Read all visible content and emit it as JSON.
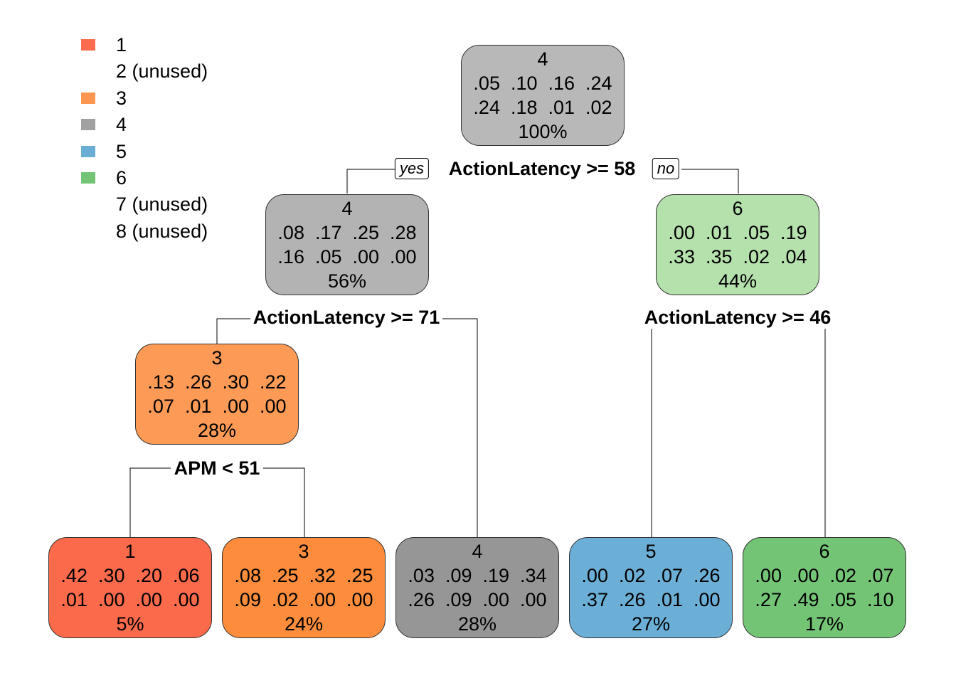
{
  "legend": [
    {
      "label": "1",
      "color": "#FC6D4F"
    },
    {
      "label": "2 (unused)",
      "color": ""
    },
    {
      "label": "3",
      "color": "#FD9650"
    },
    {
      "label": "4",
      "color": "#A1A1A1"
    },
    {
      "label": "5",
      "color": "#6AAED6"
    },
    {
      "label": "6",
      "color": "#74C476"
    },
    {
      "label": "7 (unused)",
      "color": ""
    },
    {
      "label": "8 (unused)",
      "color": ""
    }
  ],
  "nodes": {
    "root": {
      "cls": "4",
      "row1": ".05  .10  .16  .24",
      "row2": ".24  .18  .01  .02",
      "pct": "100%",
      "color": "#B8B8B8"
    },
    "left": {
      "cls": "4",
      "row1": ".08  .17  .25  .28",
      "row2": ".16  .05  .00  .00",
      "pct": "56%",
      "color": "#B3B3B3"
    },
    "right": {
      "cls": "6",
      "row1": ".00  .01  .05  .19",
      "row2": ".33  .35  .02  .04",
      "pct": "44%",
      "color": "#B5E1AD"
    },
    "ll": {
      "cls": "3",
      "row1": ".13  .26  .30  .22",
      "row2": ".07  .01  .00  .00",
      "pct": "28%",
      "color": "#FD9A55"
    },
    "leaf1": {
      "cls": "1",
      "row1": ".42  .30  .20  .06",
      "row2": ".01  .00  .00  .00",
      "pct": "5%",
      "color": "#FB6A4A"
    },
    "leaf3": {
      "cls": "3",
      "row1": ".08  .25  .32  .25",
      "row2": ".09  .02  .00  .00",
      "pct": "24%",
      "color": "#FD8D3C"
    },
    "leaf4": {
      "cls": "4",
      "row1": ".03  .09  .19  .34",
      "row2": ".26  .09  .00  .00",
      "pct": "28%",
      "color": "#969696"
    },
    "leaf5": {
      "cls": "5",
      "row1": ".00  .02  .07  .26",
      "row2": ".37  .26  .01  .00",
      "pct": "27%",
      "color": "#6BAED6"
    },
    "leaf6": {
      "cls": "6",
      "row1": ".00  .00  .02  .07",
      "row2": ".27  .49  .05  .10",
      "pct": "17%",
      "color": "#74C476"
    }
  },
  "splits": {
    "root": "ActionLatency >= 58",
    "left": "ActionLatency >= 71",
    "right": "ActionLatency >= 46",
    "ll": "APM < 51"
  },
  "branch_labels": {
    "yes": "yes",
    "no": "no"
  }
}
